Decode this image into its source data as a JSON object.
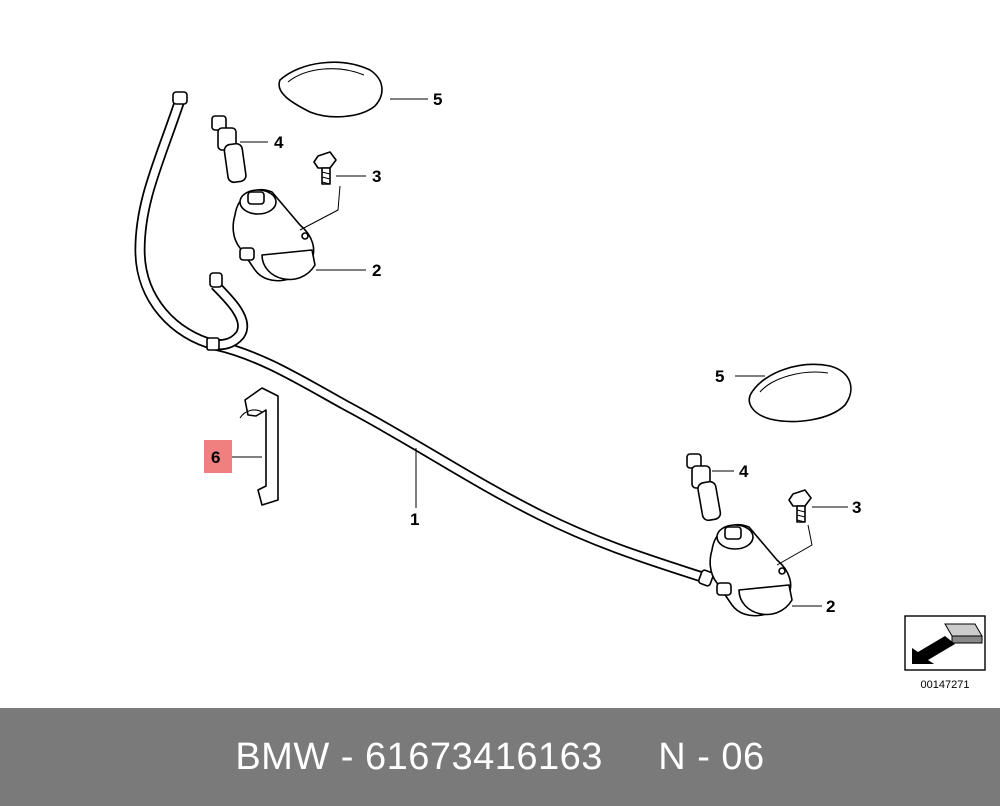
{
  "callouts": {
    "hose": "1",
    "nozzle_left": "2",
    "nozzle_right": "2",
    "screw_left": "3",
    "screw_right": "3",
    "connector_left": "4",
    "connector_right": "4",
    "cover_left": "5",
    "cover_right": "5",
    "holder": "6"
  },
  "highlight_color": "#f08080",
  "diagram_id": "00147271",
  "footer": {
    "text": "BMW - 61673416163     N - 06"
  }
}
